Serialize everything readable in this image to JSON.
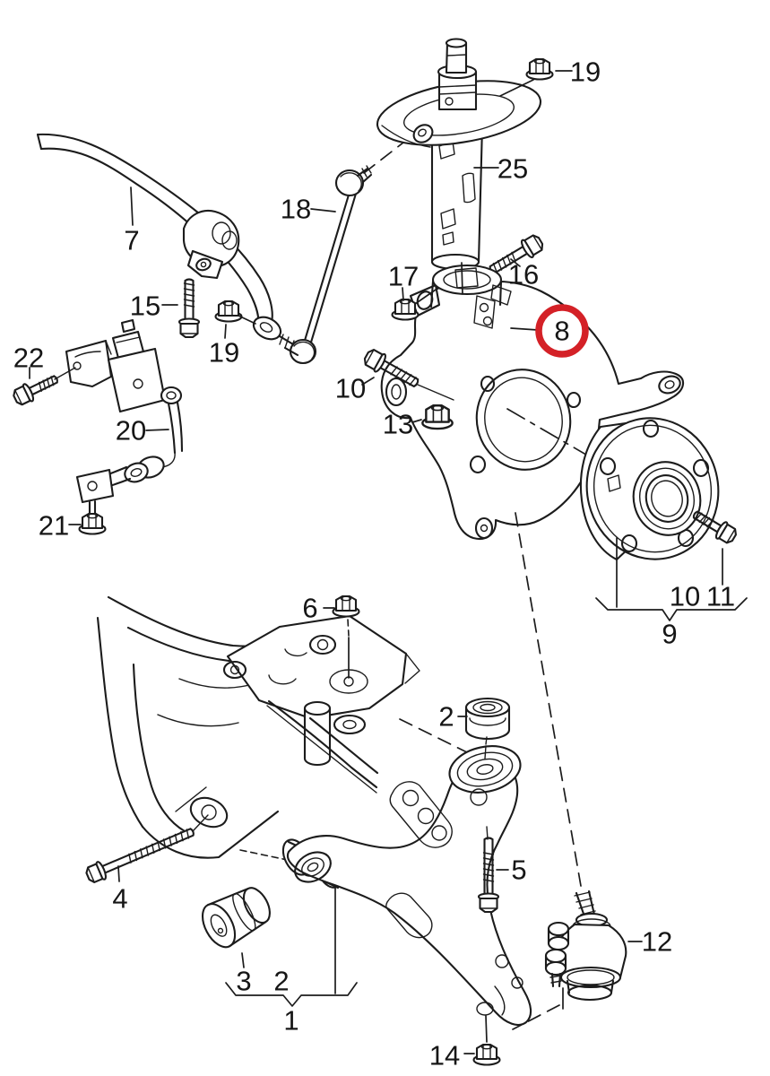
{
  "diagram": {
    "background_color": "#ffffff",
    "line_color": "#1c1c1c",
    "highlight_color": "#d42127",
    "highlighted_part": "8",
    "labels": [
      {
        "text": "19",
        "note": "strut-top-nut"
      },
      {
        "text": "25",
        "note": "strut"
      },
      {
        "text": "18",
        "note": "stabilizer-link"
      },
      {
        "text": "7",
        "note": "stabilizer-bar"
      },
      {
        "text": "17",
        "note": "clamp-nut"
      },
      {
        "text": "16",
        "note": "pinch-bolt"
      },
      {
        "text": "15",
        "note": "clamp-bolt"
      },
      {
        "text": "8",
        "note": "steering-knuckle-highlighted"
      },
      {
        "text": "19",
        "note": "link-nut"
      },
      {
        "text": "22",
        "note": "sensor-bolt"
      },
      {
        "text": "10",
        "note": "knuckle-bolt"
      },
      {
        "text": "13",
        "note": "knuckle-nut"
      },
      {
        "text": "20",
        "note": "level-sensor"
      },
      {
        "text": "21",
        "note": "sensor-nut"
      },
      {
        "text": "6",
        "note": "subframe-nut"
      },
      {
        "text": "10",
        "note": "hub-group-bolt"
      },
      {
        "text": "11",
        "note": "hub-bolt"
      },
      {
        "text": "9",
        "note": "wheel-hub-group"
      },
      {
        "text": "2",
        "note": "arm-bushing-upper"
      },
      {
        "text": "5",
        "note": "arm-bolt"
      },
      {
        "text": "4",
        "note": "subframe-bolt"
      },
      {
        "text": "12",
        "note": "ball-joint"
      },
      {
        "text": "3",
        "note": "arm-front-bushing"
      },
      {
        "text": "2",
        "note": "arm-bushing-group"
      },
      {
        "text": "1",
        "note": "control-arm-group"
      },
      {
        "text": "14",
        "note": "ball-joint-nut"
      }
    ]
  }
}
